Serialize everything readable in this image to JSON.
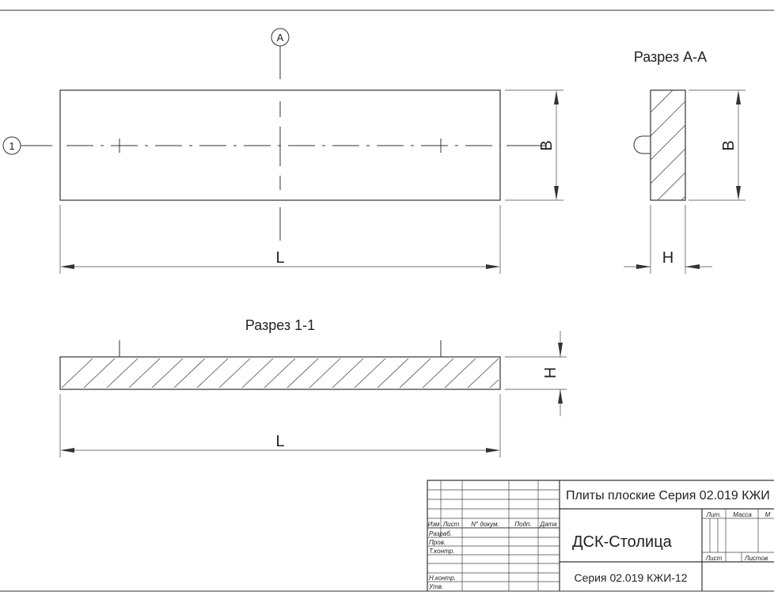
{
  "drawing": {
    "plan": {
      "axis_a_label": "A",
      "axis_1_label": "1",
      "dim_length": "L",
      "dim_width": "B"
    },
    "section_aa": {
      "title": "Разрез А-А",
      "dim_width": "B",
      "dim_thickness": "H"
    },
    "section_11": {
      "title": "Разрез 1-1",
      "dim_thickness": "H",
      "dim_length": "L"
    }
  },
  "title_block": {
    "product_title": "Плиты плоские Серия 02.019 КЖИ",
    "company": "ДСК-Столица",
    "document": "Серия 02.019 КЖИ-12",
    "headers": {
      "izm": "Изм",
      "list": "Лист",
      "doc_no": "N° докум.",
      "sign": "Подп.",
      "date": "Дата"
    },
    "roles": {
      "developed": "Разраб.",
      "checked": "Пров.",
      "tech_control": "Т.контр.",
      "norm_control": "Н.контр.",
      "approved": "Утв."
    },
    "stamp": {
      "lit": "Лит.",
      "mass": "Масса",
      "scale": "М",
      "sheet": "Лист",
      "sheets": "Листов"
    }
  }
}
